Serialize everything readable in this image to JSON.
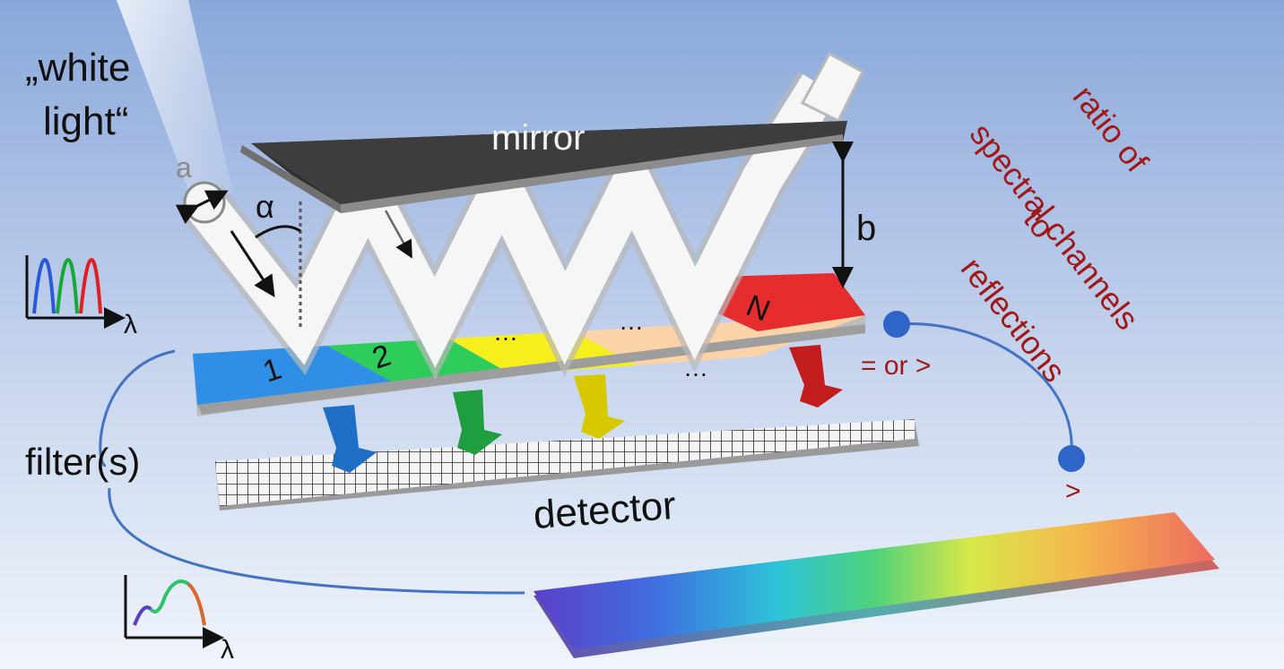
{
  "labels": {
    "white_light": [
      "„white",
      "light“"
    ],
    "mirror": "mirror",
    "a": "a",
    "alpha": "α",
    "b": "b",
    "channels": [
      "1",
      "2",
      "…",
      "…",
      "N"
    ],
    "detector_dots": "…",
    "filters": "filter(s)",
    "detector": "detector",
    "lambda": "λ",
    "ratio_title": [
      "ratio of",
      "spectral channels",
      "to",
      "reflections"
    ],
    "ratio_eq": "= or >",
    "ratio_gt": ">"
  },
  "colors": {
    "background_top": "#8aa8da",
    "background_bottom": "#eef3fb",
    "mirror": "#3d3d3d",
    "ratio_text": "#a01818",
    "connector": "#4472c4",
    "channel_blue": "#2f8fe6",
    "channel_green": "#2ecc5a",
    "channel_yellow": "#f7ee1e",
    "channel_peach": "#fbd3a9",
    "channel_red": "#e52d2d",
    "spectrum_plot_red": "#e02020",
    "spectrum_plot_green": "#18a838",
    "spectrum_plot_blue": "#2a5ad8"
  }
}
